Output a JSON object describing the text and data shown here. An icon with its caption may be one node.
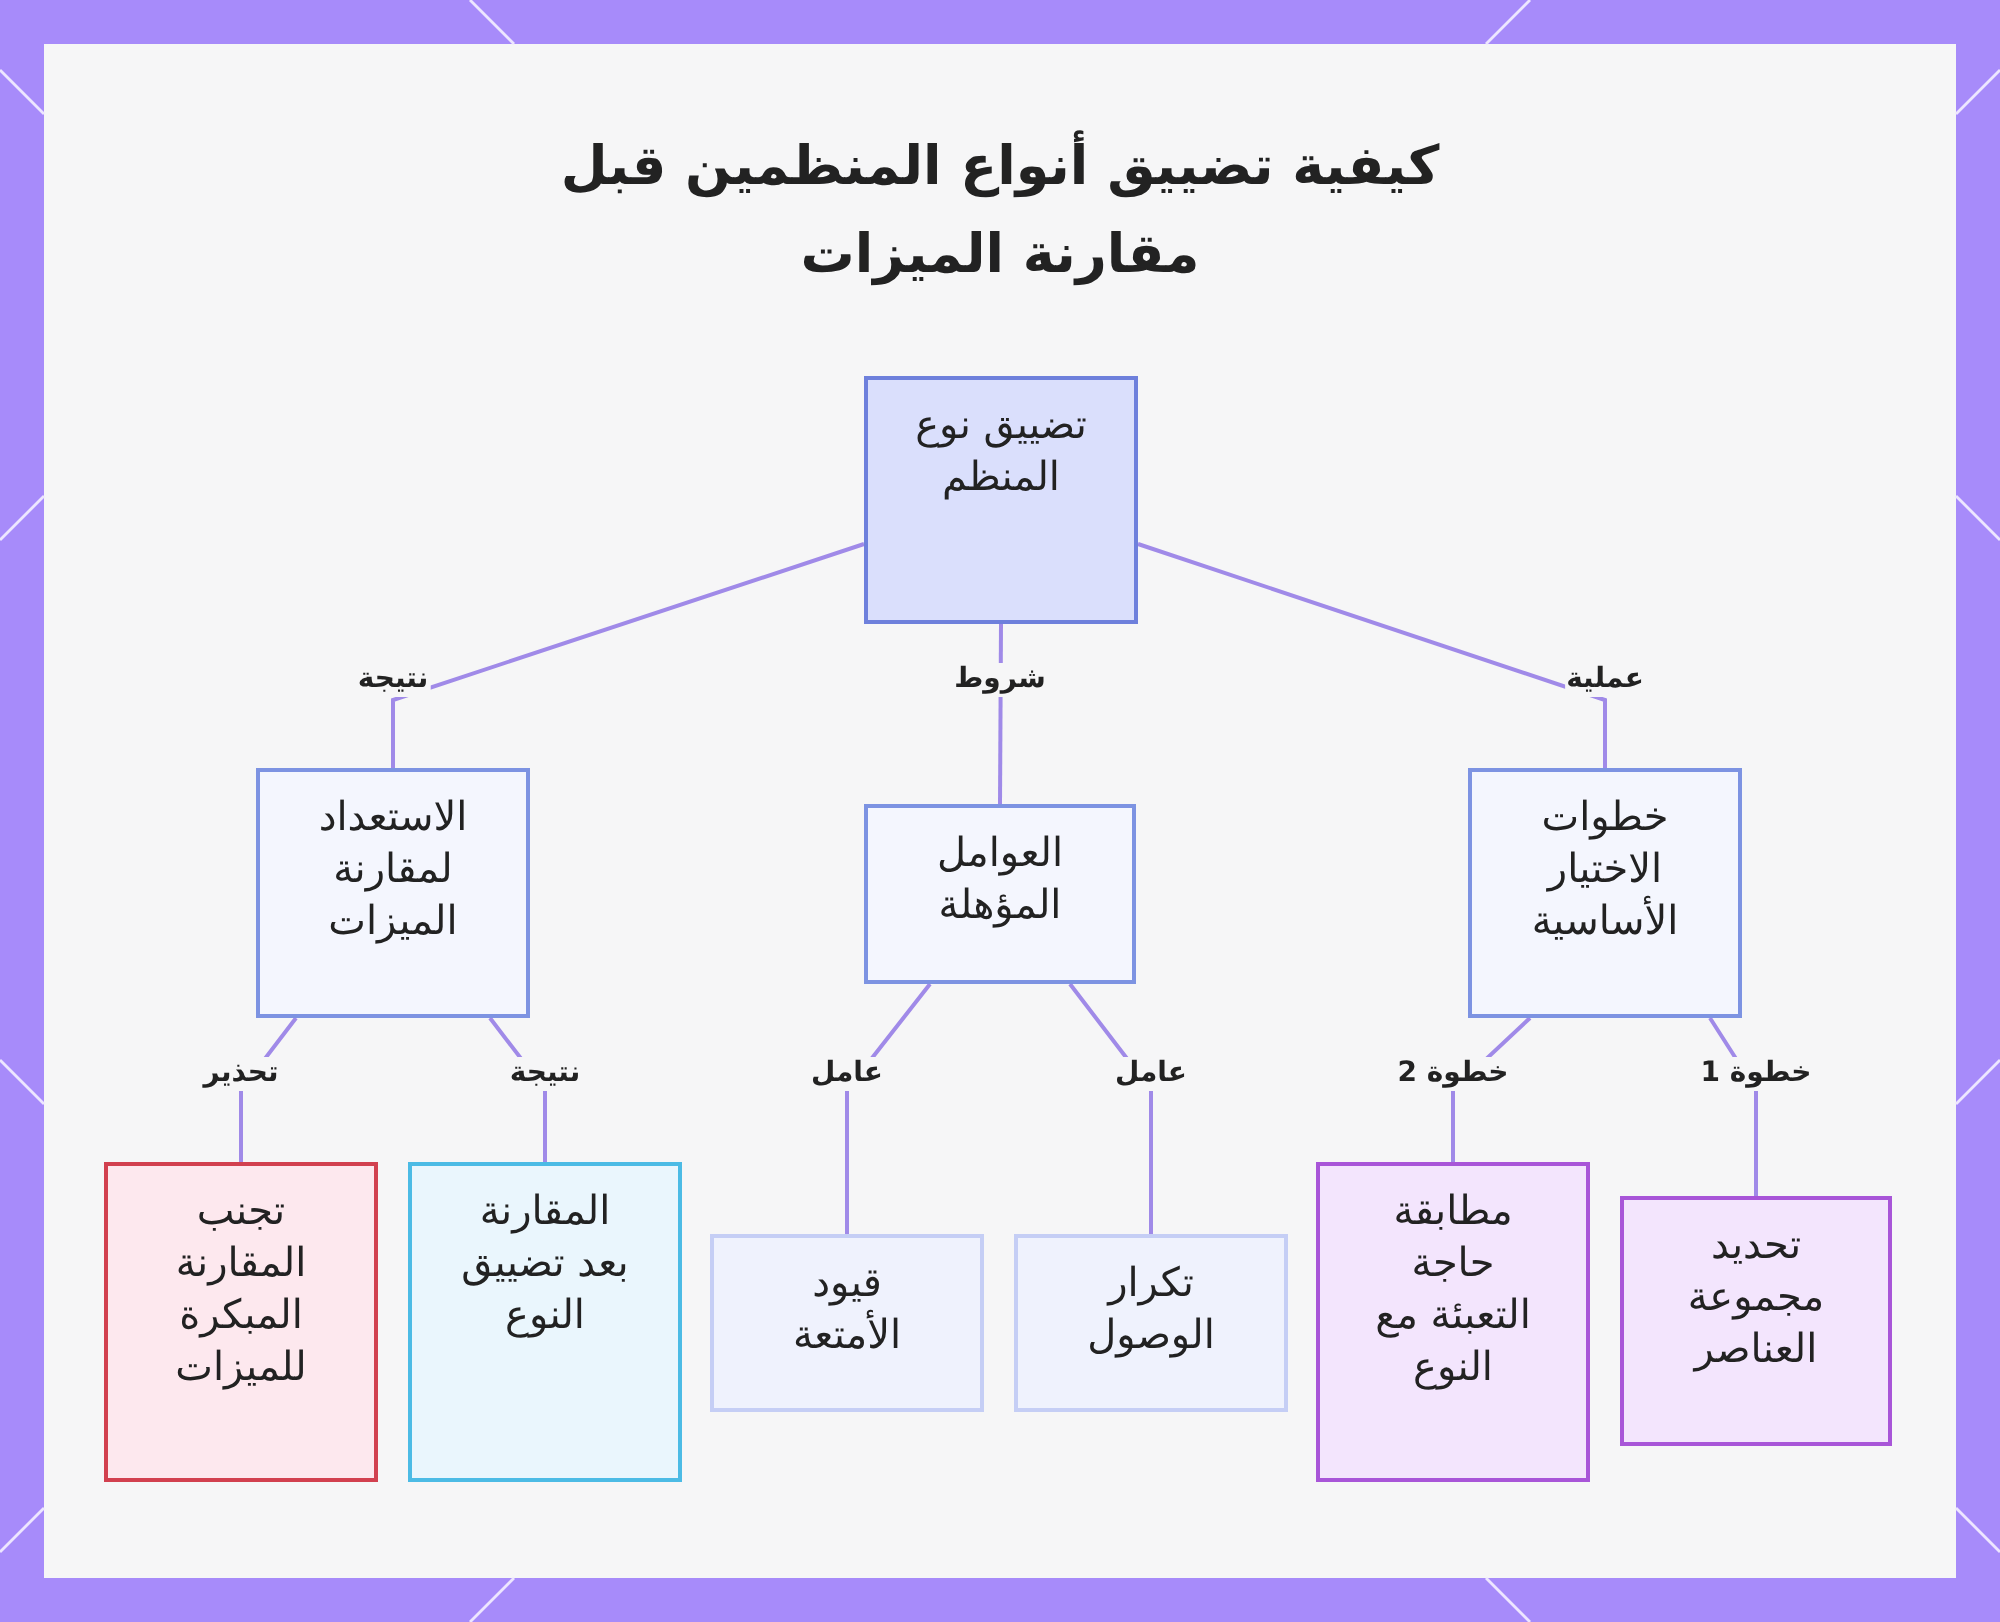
{
  "diagram": {
    "title": "كيفية تضييق أنواع المنظمين قبل مقارنة الميزات",
    "nodes": [
      {
        "text": [
          "تضييق نوع المنظم"
        ]
      },
      {
        "text": [
          "خطوات الاختيار الأساسية"
        ]
      },
      {
        "text": [
          "العوامل المؤهلة"
        ]
      },
      {
        "text": [
          "الاستعداد لمقارنة الميزات"
        ]
      },
      {
        "text": [
          "تحديد مجموعة العناصر"
        ]
      },
      {
        "text": [
          "مطابقة حاجة التعبئة مع النوع"
        ]
      },
      {
        "text": [
          "تكرار الوصول"
        ]
      },
      {
        "text": [
          "قيود الأمتعة"
        ]
      },
      {
        "text": [
          "المقارنة بعد تضييق النوع"
        ]
      },
      {
        "text": [
          "تجنب المقارنة المبكرة للميزات"
        ]
      }
    ],
    "edges": [
      {
        "from": 0,
        "to": 1,
        "arrow": "none",
        "label": "عملية"
      },
      {
        "from": 0,
        "to": 2,
        "arrow": "none",
        "label": "شروط"
      },
      {
        "from": 0,
        "to": 3,
        "arrow": "none",
        "label": "نتيجة"
      },
      {
        "from": 1,
        "to": 4,
        "arrow": "none",
        "label": "خطوة 1"
      },
      {
        "from": 1,
        "to": 5,
        "arrow": "none",
        "label": "خطوة 2"
      },
      {
        "from": 2,
        "to": 6,
        "arrow": "none",
        "label": "عامل"
      },
      {
        "from": 2,
        "to": 7,
        "arrow": "none",
        "label": "عامل"
      },
      {
        "from": 3,
        "to": 8,
        "arrow": "none",
        "label": "نتيجة"
      },
      {
        "from": 3,
        "to": 9,
        "arrow": "none",
        "label": "تحذير"
      }
    ]
  }
}
